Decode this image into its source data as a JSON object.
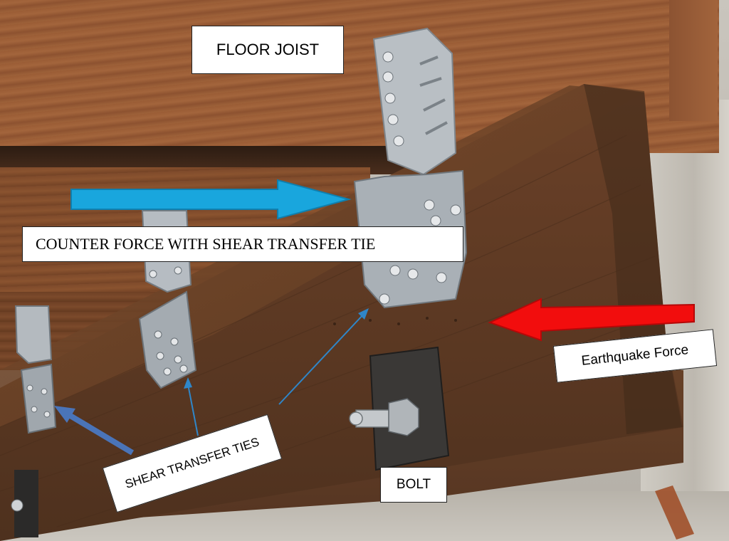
{
  "labels": {
    "floor_joist": "FLOOR JOIST",
    "counter_force": "COUNTER FORCE WITH SHEAR TRANSFER TIE",
    "earthquake_force": "Earthquake Force",
    "shear_transfer_ties": "SHEAR TRANSFER TIES",
    "bolt": "BOLT"
  },
  "colors": {
    "counter_force_arrow": "#19a6dd",
    "earthquake_arrow": "#f20d0d",
    "pointer_arrow_blue": "#2f86c8",
    "tie_arrow_steel": "#4a74b8",
    "wood_dark": "#5a3a24",
    "wood_light": "#8c5a3a",
    "galvanized": "#b9bfc4"
  },
  "icons": [
    "right-arrow-icon",
    "left-arrow-icon",
    "pointer-arrow-icon",
    "bolt-icon",
    "shear-tie-plate-icon"
  ]
}
